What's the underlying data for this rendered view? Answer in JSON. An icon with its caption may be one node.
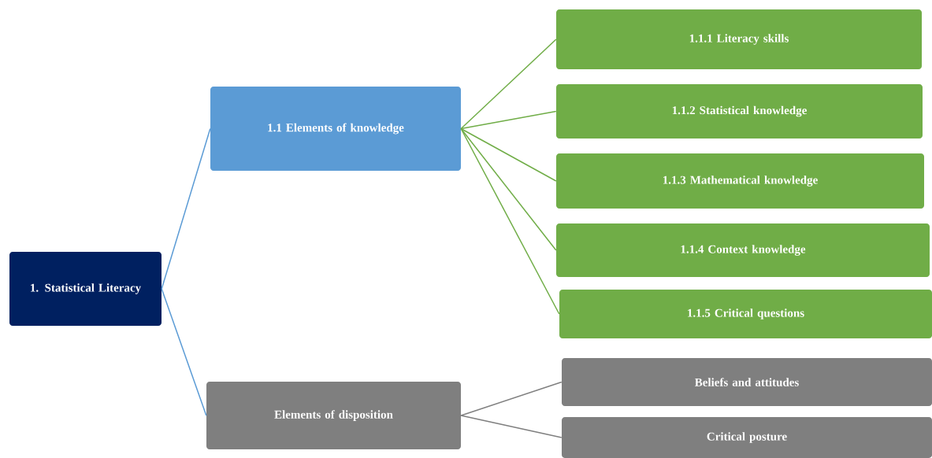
{
  "diagram": {
    "nodes": [
      {
        "text": [
          "1. Statistical Literacy"
        ]
      },
      {
        "text": [
          "1.1 Elements of knowledge"
        ]
      },
      {
        "text": [
          "1.1.1 Literacy skills"
        ]
      },
      {
        "text": [
          "1.1.2 Statistical knowledge"
        ]
      },
      {
        "text": [
          "1.1.3 Mathematical knowledge"
        ]
      },
      {
        "text": [
          "1.1.4 Context knowledge"
        ]
      },
      {
        "text": [
          "1.1.5 Critical questions"
        ]
      },
      {
        "text": [
          "Elements of disposition"
        ]
      },
      {
        "text": [
          "Beliefs and attitudes"
        ]
      },
      {
        "text": [
          "Critical posture"
        ]
      }
    ],
    "edges": [
      {
        "from": 0,
        "to": 1,
        "arrow": "none",
        "color": "#5b9bd5"
      },
      {
        "from": 0,
        "to": 7,
        "arrow": "none",
        "color": "#5b9bd5"
      },
      {
        "from": 1,
        "to": 2,
        "arrow": "none"
      },
      {
        "from": 1,
        "to": 3,
        "arrow": "none"
      },
      {
        "from": 1,
        "to": 4,
        "arrow": "none"
      },
      {
        "from": 1,
        "to": 5,
        "arrow": "none"
      },
      {
        "from": 1,
        "to": 6,
        "arrow": "none"
      },
      {
        "from": 7,
        "to": 8,
        "arrow": "none",
        "color": "#7f7f7f"
      },
      {
        "from": 7,
        "to": 9,
        "arrow": "none",
        "color": "#7f7f7f"
      }
    ]
  }
}
